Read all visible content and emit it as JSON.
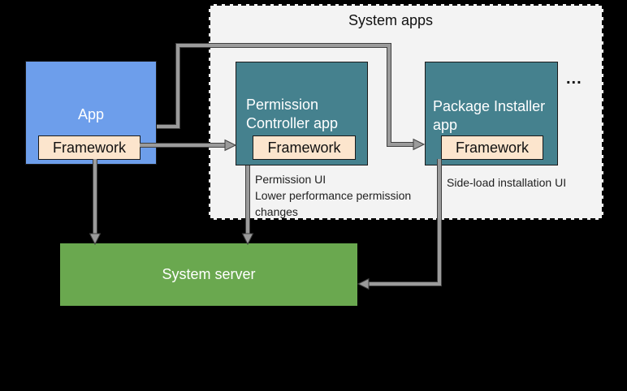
{
  "colors": {
    "background": "#000000",
    "container_fill": "#f3f3f3",
    "container_border": "#000000",
    "app_fill": "#6d9eeb",
    "system_app_fill": "#45818e",
    "framework_fill": "#fce5cd",
    "server_fill": "#6aa84f",
    "connector": "#9b9b9b",
    "text_dark": "#212121",
    "text_light": "#ffffff"
  },
  "diagram": {
    "container_title": "System apps",
    "more_apps_ellipsis": "...",
    "app_box": {
      "title": "App",
      "framework": "Framework"
    },
    "permission_controller_box": {
      "title": "Permission Controller app",
      "framework": "Framework"
    },
    "package_installer_box": {
      "title": "Package Installer app",
      "framework": "Framework"
    },
    "system_server_box": {
      "title": "System server"
    },
    "annotations": {
      "permission_line1": "Permission UI",
      "permission_line2": "Lower performance permission changes",
      "sideload": "Side-load installation UI"
    }
  }
}
